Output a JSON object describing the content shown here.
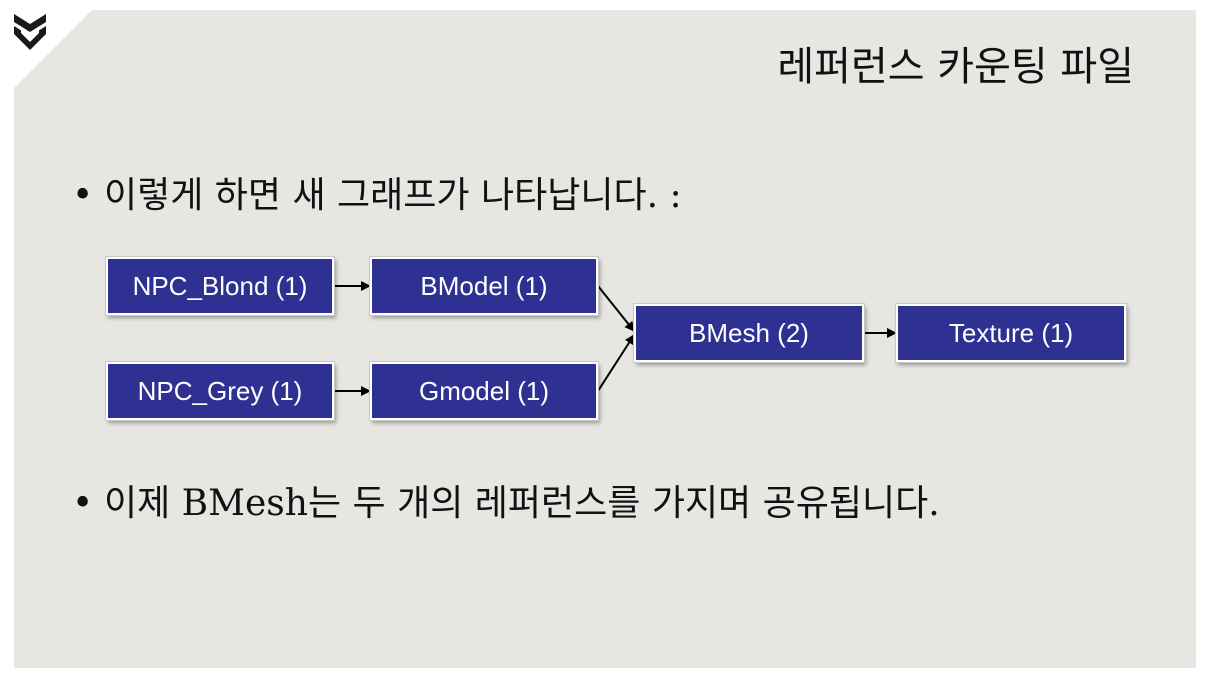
{
  "title": "레퍼런스 카운팅 파일",
  "bullets": [
    {
      "dot": "•",
      "text": "이렇게 하면 새 그래프가 나타납니다. :"
    },
    {
      "dot": "•",
      "text": "이제 BMesh는 두 개의 레퍼런스를 가지며 공유됩니다."
    }
  ],
  "diagram": {
    "nodes": {
      "npc_blond": "NPC_Blond (1)",
      "bmodel": "BModel (1)",
      "npc_grey": "NPC_Grey (1)",
      "gmodel": "Gmodel (1)",
      "bmesh": "BMesh (2)",
      "texture": "Texture (1)"
    },
    "edges": [
      [
        "npc_blond",
        "bmodel"
      ],
      [
        "npc_grey",
        "gmodel"
      ],
      [
        "bmodel",
        "bmesh"
      ],
      [
        "gmodel",
        "bmesh"
      ],
      [
        "bmesh",
        "texture"
      ]
    ]
  },
  "colors": {
    "node_fill": "#2e3192",
    "node_text": "#ffffff",
    "background": "#e8e6e3"
  },
  "logo_icon": "chevron-shield-icon"
}
